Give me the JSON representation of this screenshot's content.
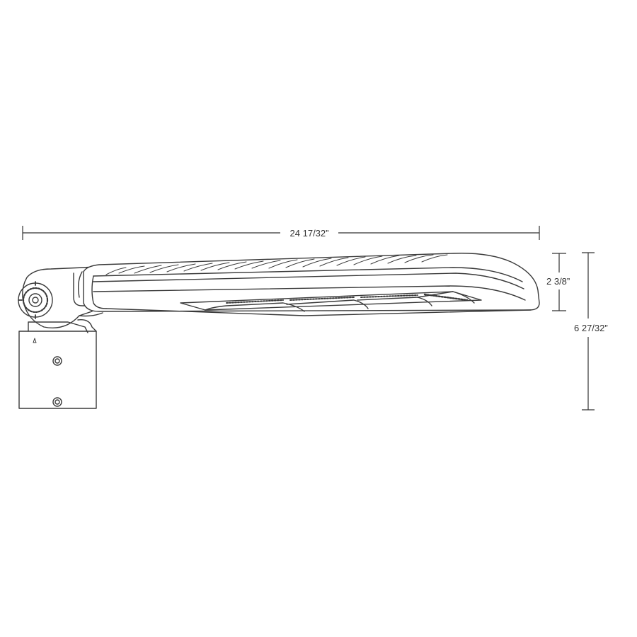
{
  "dimensions": {
    "overall_length": "24 17/32”",
    "head_height": "2 3/8”",
    "overall_height": "6 27/32”"
  },
  "colors": {
    "line": "#3a3a3a",
    "dimension_line": "#333333",
    "background": "#ffffff"
  }
}
